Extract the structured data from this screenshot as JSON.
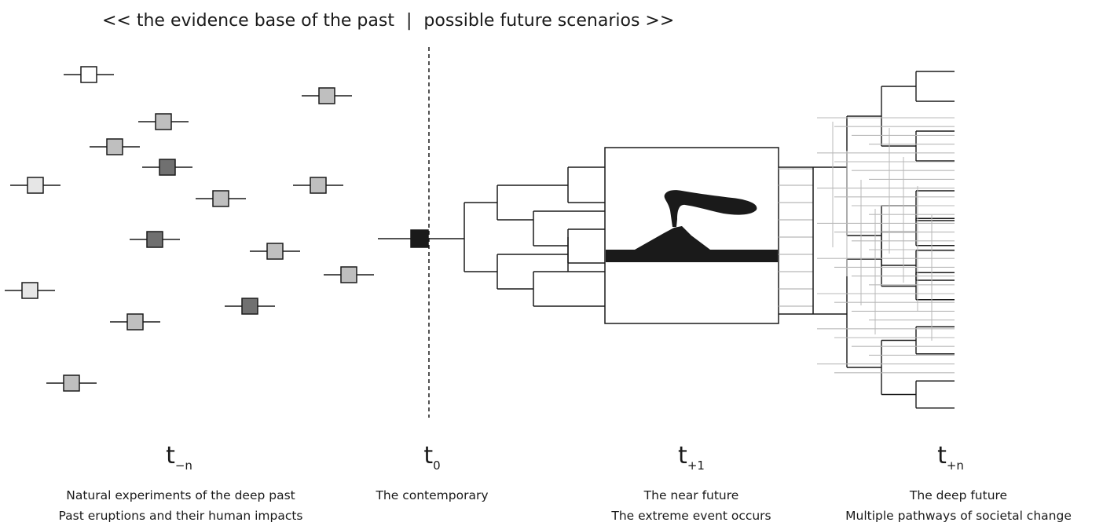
{
  "header": {
    "past_label": "<< the evidence base of the past",
    "separator": "|",
    "future_label": "possible future scenarios >>"
  },
  "timepoints": [
    {
      "main": "t",
      "sub": "−n",
      "caption_lines": [
        "Natural experiments of the deep past",
        "Past eruptions and their human impacts"
      ]
    },
    {
      "main": "t",
      "sub": "0",
      "caption_lines": [
        "The contemporary"
      ]
    },
    {
      "main": "t",
      "sub": "+1",
      "caption_lines": [
        "The near future",
        "The extreme event occurs"
      ]
    },
    {
      "main": "t",
      "sub": "+n",
      "caption_lines": [
        "The deep future",
        "Multiple pathways of societal change"
      ]
    }
  ],
  "colors": {
    "white": "#ffffff",
    "light": "#e6e6e6",
    "mid": "#bfbfbf",
    "dark": "#707070",
    "black": "#1a1a1a",
    "branch_grey": "#b8b8b8"
  }
}
